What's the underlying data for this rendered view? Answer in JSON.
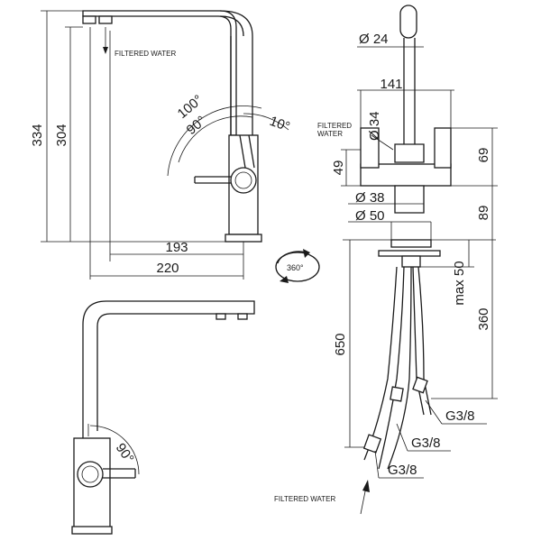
{
  "labels": {
    "filtered_water_top": "FILTERED WATER",
    "filtered_water_side_line1": "FILTERED",
    "filtered_water_side_line2": "WATER",
    "filtered_water_bottom": "FILTERED WATER"
  },
  "dimensions": {
    "height_total": "334",
    "height_spout": "304",
    "reach_193": "193",
    "reach_220": "220",
    "angle_100": "100°",
    "angle_90_side": "90°",
    "angle_10": "10°",
    "angle_90_top": "90°",
    "rotation": "360°",
    "dia_24": "Ø 24",
    "width_141": "141",
    "dia_34": "Ø 34",
    "h_49": "49",
    "h_69": "69",
    "dia_38": "Ø 38",
    "dia_50": "Ø 50",
    "h_89": "89",
    "max_50": "max 50",
    "len_360": "360",
    "len_650": "650",
    "thread_1": "G3/8",
    "thread_2": "G3/8",
    "thread_3": "G3/8"
  }
}
